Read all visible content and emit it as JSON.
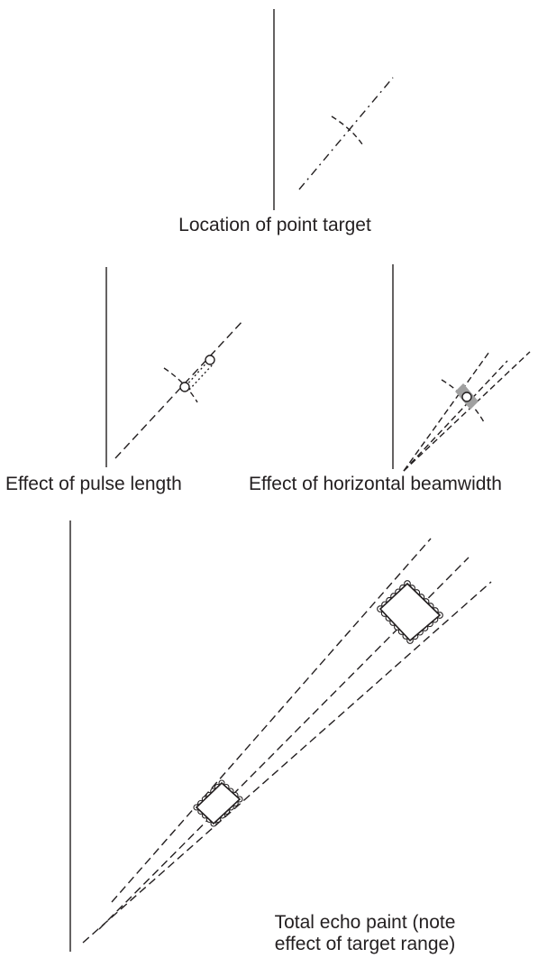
{
  "panels": {
    "point_target": {
      "caption": "Location of point target"
    },
    "pulse_length": {
      "caption": "Effect of pulse length"
    },
    "beamwidth": {
      "caption": "Effect of horizontal beamwidth"
    },
    "total": {
      "caption_line1": "Total echo paint (note",
      "caption_line2": "effect of target range)"
    }
  },
  "colors": {
    "ink": "#231f20",
    "grey_fill": "#a0a0a0"
  }
}
